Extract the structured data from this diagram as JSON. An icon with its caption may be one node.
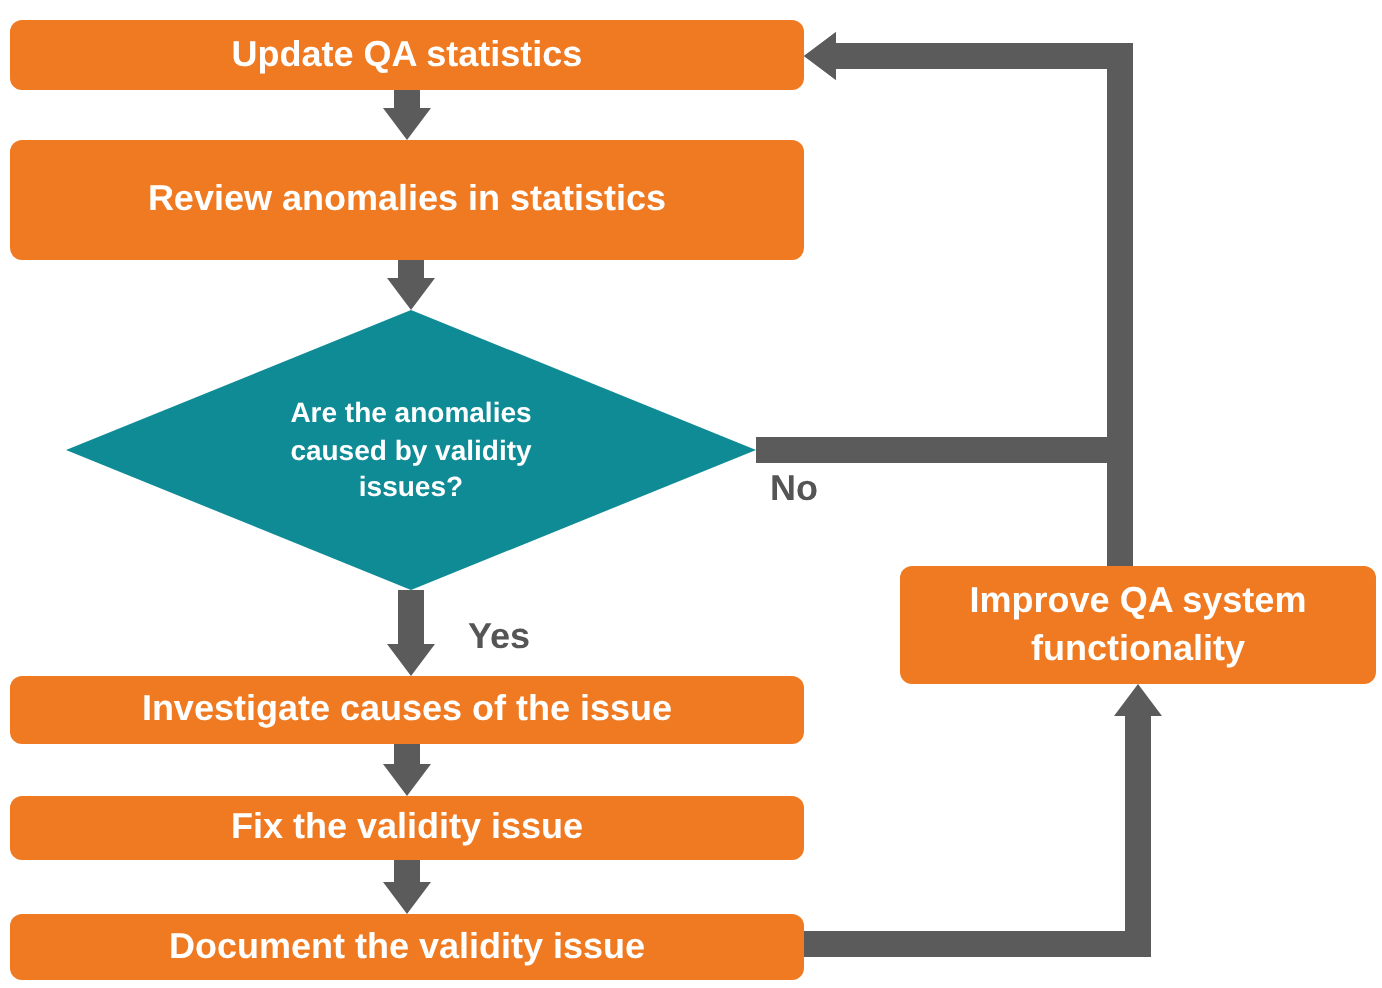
{
  "diagram": {
    "nodes": [
      {
        "text": [
          "Update QA statistics"
        ]
      },
      {
        "text": [
          "Review anomalies in statistics"
        ]
      },
      {
        "text": [
          "Are the anomalies caused by validity issues?"
        ]
      },
      {
        "text": [
          "Investigate causes of the issue"
        ]
      },
      {
        "text": [
          "Fix the validity issue"
        ]
      },
      {
        "text": [
          "Document the validity issue"
        ]
      },
      {
        "text": [
          "Improve QA system functionality"
        ]
      }
    ],
    "edges": [
      {
        "from": 0,
        "to": 1,
        "arrow": "to"
      },
      {
        "from": 1,
        "to": 2,
        "arrow": "to"
      },
      {
        "from": 2,
        "to": 3,
        "arrow": "to",
        "label": "Yes"
      },
      {
        "from": 3,
        "to": 4,
        "arrow": "to"
      },
      {
        "from": 4,
        "to": 5,
        "arrow": "to"
      },
      {
        "from": 2,
        "to": 0,
        "arrow": "to",
        "label": "No"
      },
      {
        "from": 6,
        "to": 0,
        "arrow": "to"
      },
      {
        "from": 5,
        "to": 6,
        "arrow": "to"
      }
    ]
  }
}
